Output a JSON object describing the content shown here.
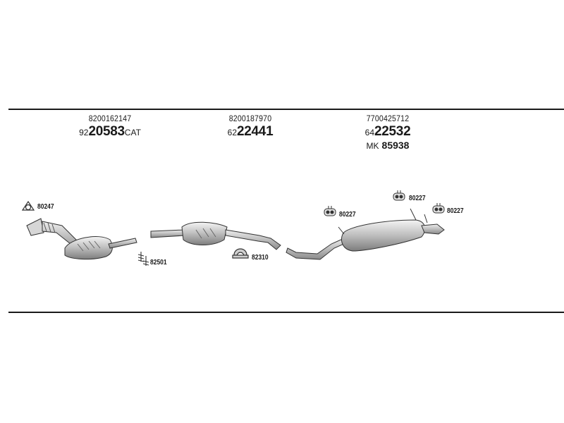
{
  "groups": [
    {
      "oe_number": "8200162147",
      "part_prefix": "92",
      "part_main": "20583",
      "part_suffix": "CAT"
    },
    {
      "oe_number": "8200187970",
      "part_prefix": "62",
      "part_main": "22441"
    },
    {
      "oe_number": "7700425712",
      "part_prefix": "64",
      "part_main": "22532",
      "kit_prefix": "MK",
      "kit_number": "85938"
    }
  ],
  "fittings": [
    {
      "number": "80247",
      "icon": "gasket-ring-icon"
    },
    {
      "number": "82501",
      "icon": "bolt-spring-icon"
    },
    {
      "number": "82310",
      "icon": "clamp-icon"
    },
    {
      "number": "80227",
      "icon": "rubber-mount-icon"
    },
    {
      "number": "80227",
      "icon": "rubber-mount-icon"
    },
    {
      "number": "80227",
      "icon": "rubber-mount-icon"
    }
  ]
}
